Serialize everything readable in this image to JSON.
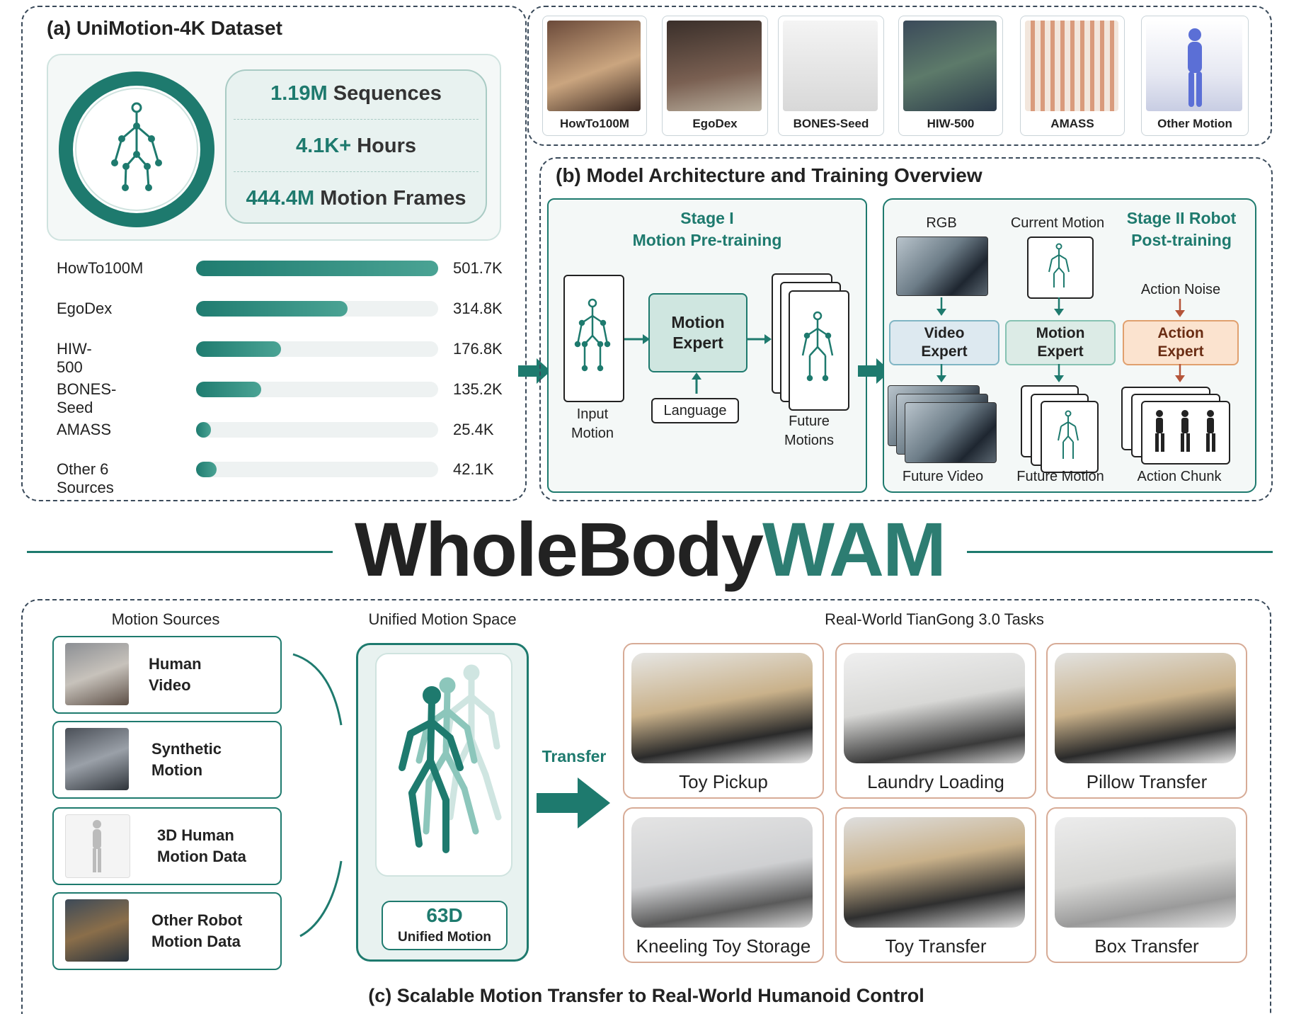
{
  "panel_a": {
    "title": "(a) UniMotion-4K Dataset",
    "stats": [
      {
        "value": "1.19M",
        "label": "Sequences"
      },
      {
        "value": "4.1K+",
        "label": "Hours"
      },
      {
        "value": "444.4M",
        "label": "Motion Frames"
      }
    ],
    "sources": [
      {
        "name": "HowTo100M",
        "count": "501.7K",
        "fraction": 1.0
      },
      {
        "name": "EgoDex",
        "count": "314.8K",
        "fraction": 0.627
      },
      {
        "name": "HIW-500",
        "count": "176.8K",
        "fraction": 0.352
      },
      {
        "name": "BONES-Seed",
        "count": "135.2K",
        "fraction": 0.269
      },
      {
        "name": "AMASS",
        "count": "25.4K",
        "fraction": 0.06
      },
      {
        "name": "Other 6 Sources",
        "count": "42.1K",
        "fraction": 0.084
      }
    ]
  },
  "thumbnails": [
    "HowTo100M",
    "EgoDex",
    "BONES-Seed",
    "HIW-500",
    "AMASS",
    "Other Motion"
  ],
  "panel_b": {
    "title": "(b) Model Architecture and Training Overview",
    "stage1": {
      "title_line1": "Stage I",
      "title_line2": "Motion Pre-training",
      "input_line1": "Input",
      "input_line2": "Motion",
      "expert_line1": "Motion",
      "expert_line2": "Expert",
      "language": "Language",
      "future_line1": "Future",
      "future_line2": "Motions"
    },
    "stage2": {
      "title_line1": "Stage II Robot",
      "title_line2": "Post-training",
      "rgb": "RGB",
      "current_motion": "Current Motion",
      "action_noise": "Action Noise",
      "video_expert_1": "Video",
      "video_expert_2": "Expert",
      "motion_expert_1": "Motion",
      "motion_expert_2": "Expert",
      "action_expert_1": "Action",
      "action_expert_2": "Expert",
      "future_video": "Future Video",
      "future_motion": "Future Motion",
      "action_chunk": "Action Chunk"
    }
  },
  "brand": {
    "part1": "WholeBody",
    "part2": "WAM"
  },
  "panel_c": {
    "motion_sources_title": "Motion Sources",
    "sources": [
      {
        "line1": "Human",
        "line2": "Video"
      },
      {
        "line1": "Synthetic",
        "line2": "Motion"
      },
      {
        "line1": "3D Human",
        "line2": "Motion Data"
      },
      {
        "line1": "Other Robot",
        "line2": "Motion Data"
      }
    ],
    "unified_title": "Unified Motion Space",
    "unified_value": "63D",
    "unified_label": "Unified Motion",
    "transfer": "Transfer",
    "tasks_title": "Real-World TianGong 3.0 Tasks",
    "tasks": [
      "Toy Pickup",
      "Laundry Loading",
      "Pillow Transfer",
      "Kneeling Toy Storage",
      "Toy Transfer",
      "Box Transfer"
    ],
    "caption": "(c) Scalable Motion Transfer to Real-World Humanoid Control"
  },
  "colors": {
    "teal": "#1e7a6e",
    "light_teal": "#e8f2f0",
    "action_orange": "#fbe3cf",
    "arrow_brown": "#b5553a",
    "task_border": "#d7ab96"
  }
}
